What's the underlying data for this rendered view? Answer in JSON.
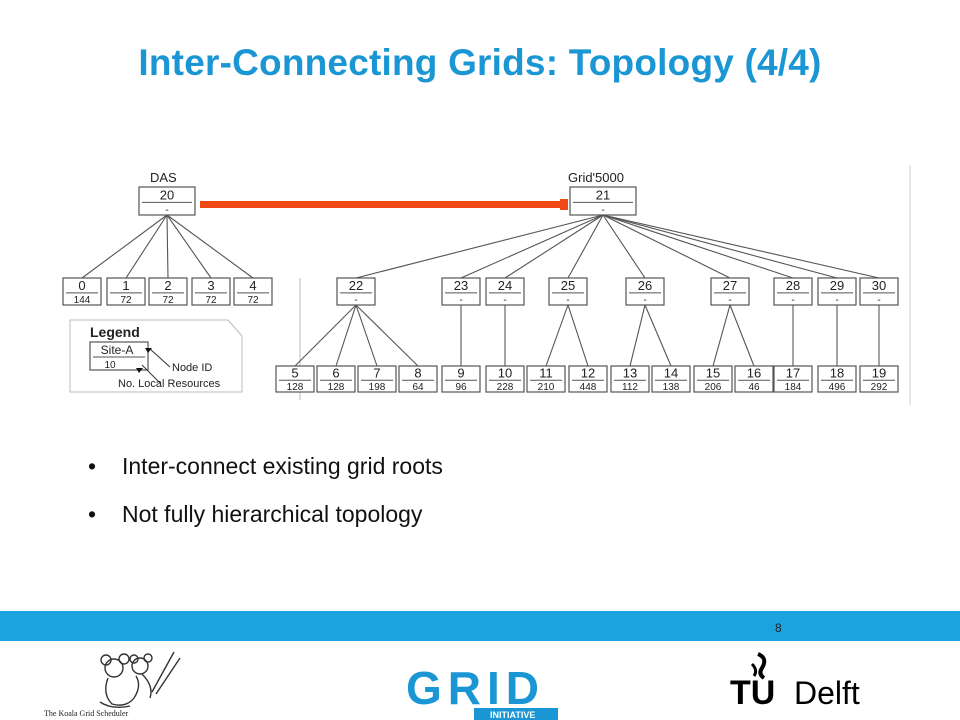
{
  "slide": {
    "title": "Inter-Connecting Grids: Topology (4/4)",
    "page_number": "8"
  },
  "bullets": [
    "Inter-connect existing grid roots",
    "Not fully hierarchical topology"
  ],
  "diagram": {
    "das": {
      "label": "DAS",
      "root": {
        "id": "20",
        "res": "-"
      },
      "children": [
        {
          "id": "0",
          "res": "144"
        },
        {
          "id": "1",
          "res": "72"
        },
        {
          "id": "2",
          "res": "72"
        },
        {
          "id": "3",
          "res": "72"
        },
        {
          "id": "4",
          "res": "72"
        }
      ]
    },
    "grid5000": {
      "label": "Grid'5000",
      "root": {
        "id": "21",
        "res": "-"
      },
      "mids": [
        {
          "id": "22",
          "res": "-"
        },
        {
          "id": "23",
          "res": "-"
        },
        {
          "id": "24",
          "res": "-"
        },
        {
          "id": "25",
          "res": "-"
        },
        {
          "id": "26",
          "res": "-"
        },
        {
          "id": "27",
          "res": "-"
        },
        {
          "id": "28",
          "res": "-"
        },
        {
          "id": "29",
          "res": "-"
        },
        {
          "id": "30",
          "res": "-"
        }
      ],
      "leaves": [
        {
          "id": "5",
          "res": "128"
        },
        {
          "id": "6",
          "res": "128"
        },
        {
          "id": "7",
          "res": "198"
        },
        {
          "id": "8",
          "res": "64"
        },
        {
          "id": "9",
          "res": "96"
        },
        {
          "id": "10",
          "res": "228"
        },
        {
          "id": "11",
          "res": "210"
        },
        {
          "id": "12",
          "res": "448"
        },
        {
          "id": "13",
          "res": "112"
        },
        {
          "id": "14",
          "res": "138"
        },
        {
          "id": "15",
          "res": "206"
        },
        {
          "id": "16",
          "res": "46"
        },
        {
          "id": "17",
          "res": "184"
        },
        {
          "id": "18",
          "res": "496"
        },
        {
          "id": "19",
          "res": "292"
        }
      ]
    },
    "legend": {
      "title": "Legend",
      "site": "Site-A",
      "example_res": "10",
      "node_id_label": "Node ID",
      "resources_label": "No. Local Resources"
    },
    "link_color": "#f24a17"
  },
  "logos": {
    "koala": "The Koala Grid Scheduler",
    "grid_text": "GRID",
    "grid_sub": "INITIATIVE",
    "tudelft": "Delft",
    "tudelft_tu": "TU"
  }
}
